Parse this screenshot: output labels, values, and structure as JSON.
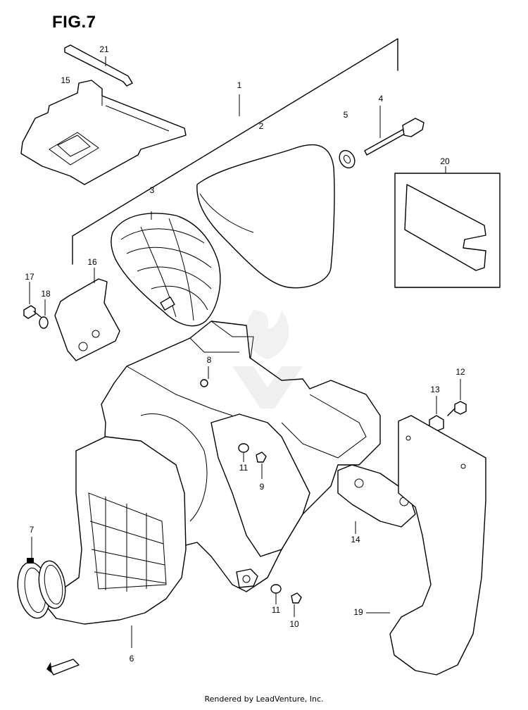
{
  "figure": {
    "title": "FIG.7",
    "footer": "Rendered by LeadVenture, Inc."
  },
  "callouts": [
    {
      "id": "c1",
      "label": "1"
    },
    {
      "id": "c2",
      "label": "2"
    },
    {
      "id": "c3",
      "label": "3"
    },
    {
      "id": "c4",
      "label": "4"
    },
    {
      "id": "c5",
      "label": "5"
    },
    {
      "id": "c6",
      "label": "6"
    },
    {
      "id": "c7",
      "label": "7"
    },
    {
      "id": "c8",
      "label": "8"
    },
    {
      "id": "c9",
      "label": "9"
    },
    {
      "id": "c10",
      "label": "10"
    },
    {
      "id": "c11a",
      "label": "11"
    },
    {
      "id": "c11b",
      "label": "11"
    },
    {
      "id": "c12",
      "label": "12"
    },
    {
      "id": "c13",
      "label": "13"
    },
    {
      "id": "c14",
      "label": "14"
    },
    {
      "id": "c15",
      "label": "15"
    },
    {
      "id": "c16",
      "label": "16"
    },
    {
      "id": "c17",
      "label": "17"
    },
    {
      "id": "c18",
      "label": "18"
    },
    {
      "id": "c19",
      "label": "19"
    },
    {
      "id": "c20",
      "label": "20"
    },
    {
      "id": "c21",
      "label": "21"
    }
  ],
  "colors": {
    "line": "#000000",
    "background": "#ffffff"
  }
}
